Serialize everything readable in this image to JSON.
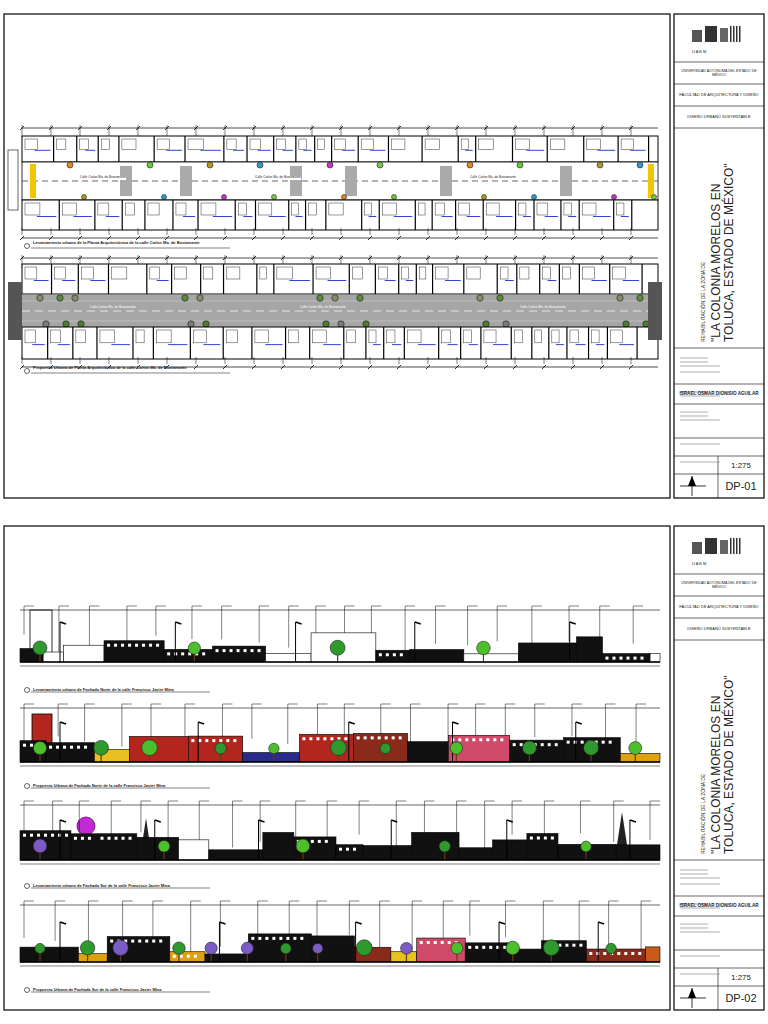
{
  "diagram": {
    "nodes": [
      {
        "text": [
          "UNIVERSIDAD AUTÓNOMA DEL ESTADO DE MÉXICO"
        ]
      },
      {
        "text": [
          "FACULTAD DE ARQUITECTURA Y DISEÑO"
        ]
      },
      {
        "text": [
          "DISEÑO URBANO SUSTENTABLE"
        ]
      },
      {
        "text": [
          "REHABILITACIÓN DE LA ZONA DE",
          "\"LA COLONIA MORELOS EN TOLUCA, ESTADO DE MÉXICO\""
        ]
      },
      {
        "text": [
          "ISRAEL OSMAR DIONISIO AGUILAR"
        ]
      },
      {
        "text": [
          "1:275"
        ]
      },
      {
        "text": [
          "DP-01"
        ]
      },
      {
        "text": [
          "UNIVERSIDAD AUTÓNOMA DEL ESTADO DE MÉXICO"
        ]
      },
      {
        "text": [
          "FACULTAD DE ARQUITECTURA Y DISEÑO"
        ]
      },
      {
        "text": [
          "DISEÑO URBANO SUSTENTABLE"
        ]
      },
      {
        "text": [
          "REHABILITACIÓN DE LA ZONA DE",
          "\"LA COLONIA MORELOS EN TOLUCA, ESTADO DE MÉXICO\""
        ]
      },
      {
        "text": [
          "ISRAEL OSMAR DIONISIO AGUILAR"
        ]
      },
      {
        "text": [
          "1:275"
        ]
      },
      {
        "text": [
          "DP-02"
        ]
      }
    ],
    "labels": [
      "U A E M",
      "Levantamiento urbano de la Planta Arquitectónica de la calle Carlos Ma. de Bustamante",
      "Propuesta Urbana de Planta Arquitectónica de la calle Carlos Ma. de Bustamante",
      "Calle Carlos Ma. de Bustamante",
      "Calle Carlos Ma. de Bustamante",
      "Calle Carlos Ma. de Bustamante",
      "Calle Carlos Ma. de Bustamante",
      "Calle Carlos Ma. de Bustamante",
      "Calle Carlos Ma. de Bustamante",
      "U A E M",
      "Levantamiento urbano de Fachada Norte de la calle Francisco Javier Mina",
      "Propuesta Urbana de Fachada Norte de la calle Francisco Javier Mina",
      "Levantamiento urbano de Fachada Sur de la calle Francisco Javier Mina",
      "Propuesta Urbana de Fachada Sur de la calle Francisco Javier Mina"
    ]
  }
}
